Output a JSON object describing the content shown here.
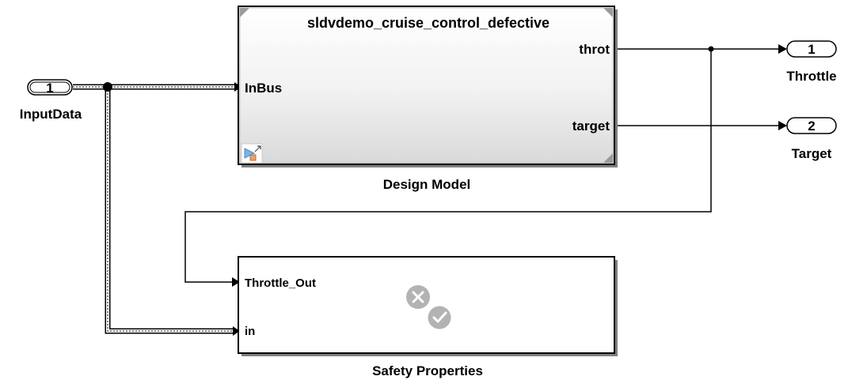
{
  "model": {
    "inports": [
      {
        "number": "1",
        "name": "InputData"
      }
    ],
    "outports": [
      {
        "number": "1",
        "name": "Throttle"
      },
      {
        "number": "2",
        "name": "Target"
      }
    ],
    "design_block": {
      "name": "Design Model",
      "referenced_model": "sldvdemo_cruise_control_defective",
      "input_port": "InBus",
      "output_ports": [
        "throt",
        "target"
      ]
    },
    "safety_block": {
      "name": "Safety Properties",
      "input_ports": [
        "Throttle_Out",
        "in"
      ]
    }
  },
  "icons": {
    "model_reference": "model-reference-icon",
    "verification_status": "verification-status-icon"
  },
  "colors": {
    "background": "#ffffff",
    "block_border": "#000000",
    "design_block_fill_top": "#ffffff",
    "design_block_fill_bottom": "#dcdcdc",
    "status_icon": "#b3b3b3"
  }
}
